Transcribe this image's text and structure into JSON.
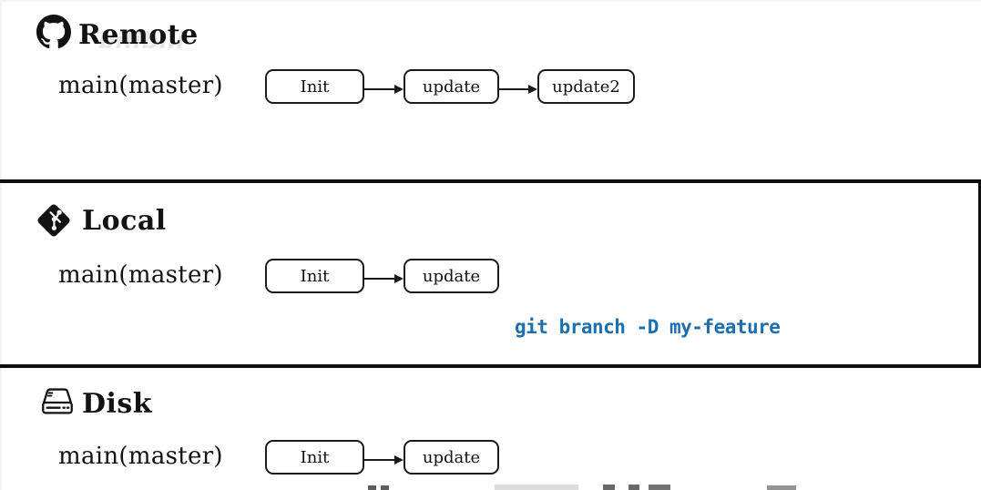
{
  "page": {
    "background": "#ffffff",
    "watermark_text": "bilibili"
  },
  "colors": {
    "ink": "#1b1b1b",
    "separator": "#0e0e0e",
    "command_blue": "#1c6fb0",
    "watermark_gray": "#dfdfdf"
  },
  "sections": [
    {
      "id": "remote",
      "icon": "github-icon",
      "title": "Remote",
      "branch_label": "main(master)",
      "commits": [
        "Init",
        "update",
        "update2"
      ]
    },
    {
      "id": "local",
      "icon": "git-icon",
      "title": "Local",
      "branch_label": "main(master)",
      "commits": [
        "Init",
        "update"
      ],
      "command": "git branch -D my-feature"
    },
    {
      "id": "disk",
      "icon": "disk-icon",
      "title": "Disk",
      "branch_label": "main(master)",
      "commits": [
        "Init",
        "update"
      ]
    }
  ]
}
